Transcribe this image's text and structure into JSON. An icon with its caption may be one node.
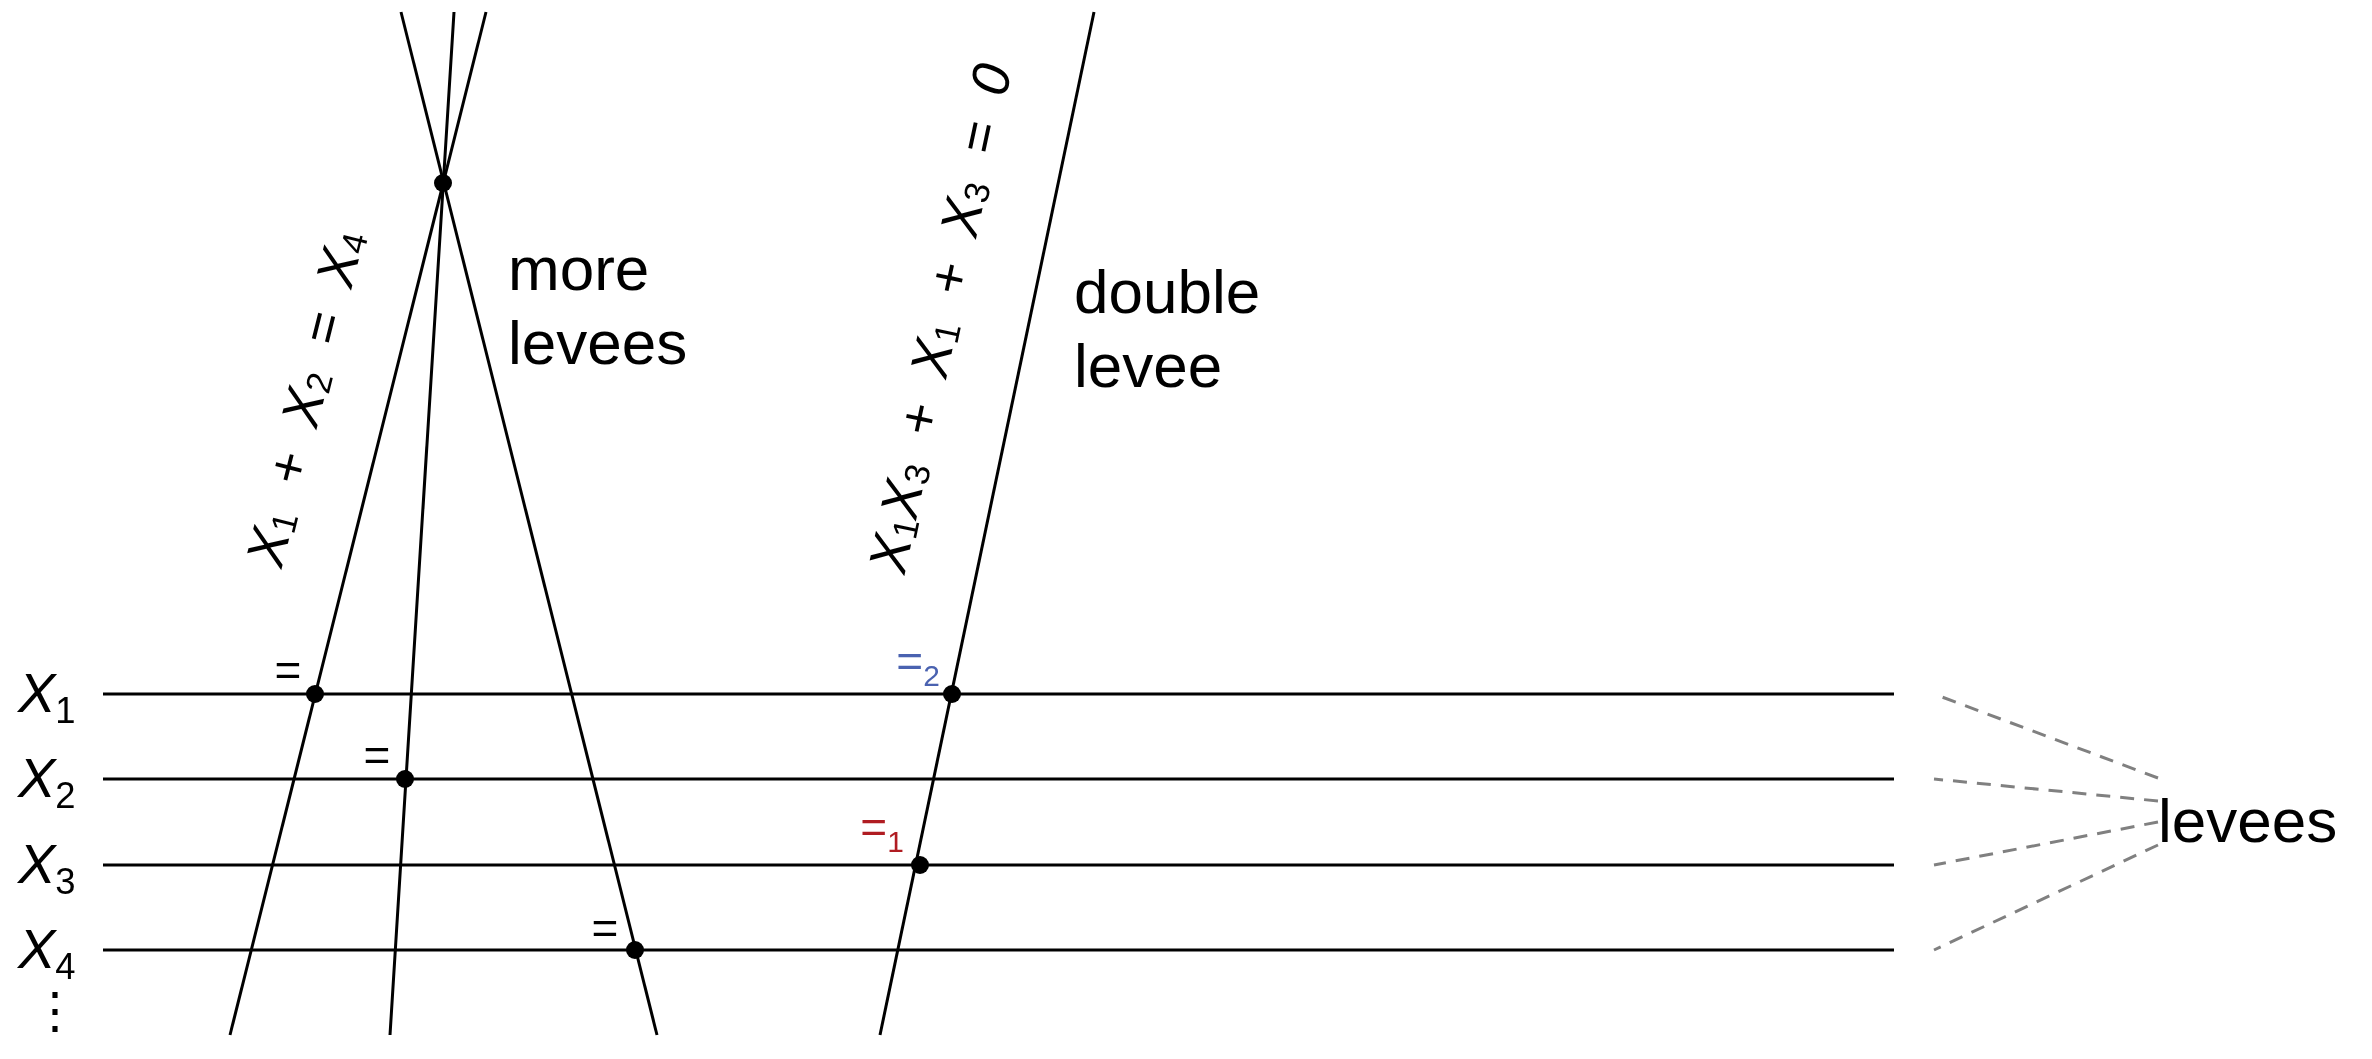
{
  "diagram": {
    "nodes": [
      {
        "text": [
          "levees"
        ]
      },
      {
        "text": [],
        "shape": "line"
      },
      {
        "text": [],
        "shape": "line"
      },
      {
        "text": [],
        "shape": "line"
      },
      {
        "text": [],
        "shape": "line"
      }
    ],
    "edges": [
      {
        "from": 0,
        "to": 1,
        "arrow": "none",
        "style": "dashed",
        "color": "#808080"
      },
      {
        "from": 0,
        "to": 2,
        "arrow": "none",
        "style": "dashed",
        "color": "#808080"
      },
      {
        "from": 0,
        "to": 3,
        "arrow": "none",
        "style": "dashed",
        "color": "#808080"
      },
      {
        "from": 0,
        "to": 4,
        "arrow": "none",
        "style": "dashed",
        "color": "#808080"
      }
    ],
    "labels": [
      "X$_{1}$ + X$_{2}$ = X$_{4}$",
      "more levees",
      "X$_{1}$X$_{3}$ + X$_{1}$ + X$_{3}$ = 0",
      "double levee",
      "=",
      "=$_{2}$",
      "X$_{1}$",
      "=",
      "X$_{2}$",
      "=$_{1}$",
      "X$_{3}$",
      "=",
      "X$_{4}$",
      "⋮"
    ]
  }
}
